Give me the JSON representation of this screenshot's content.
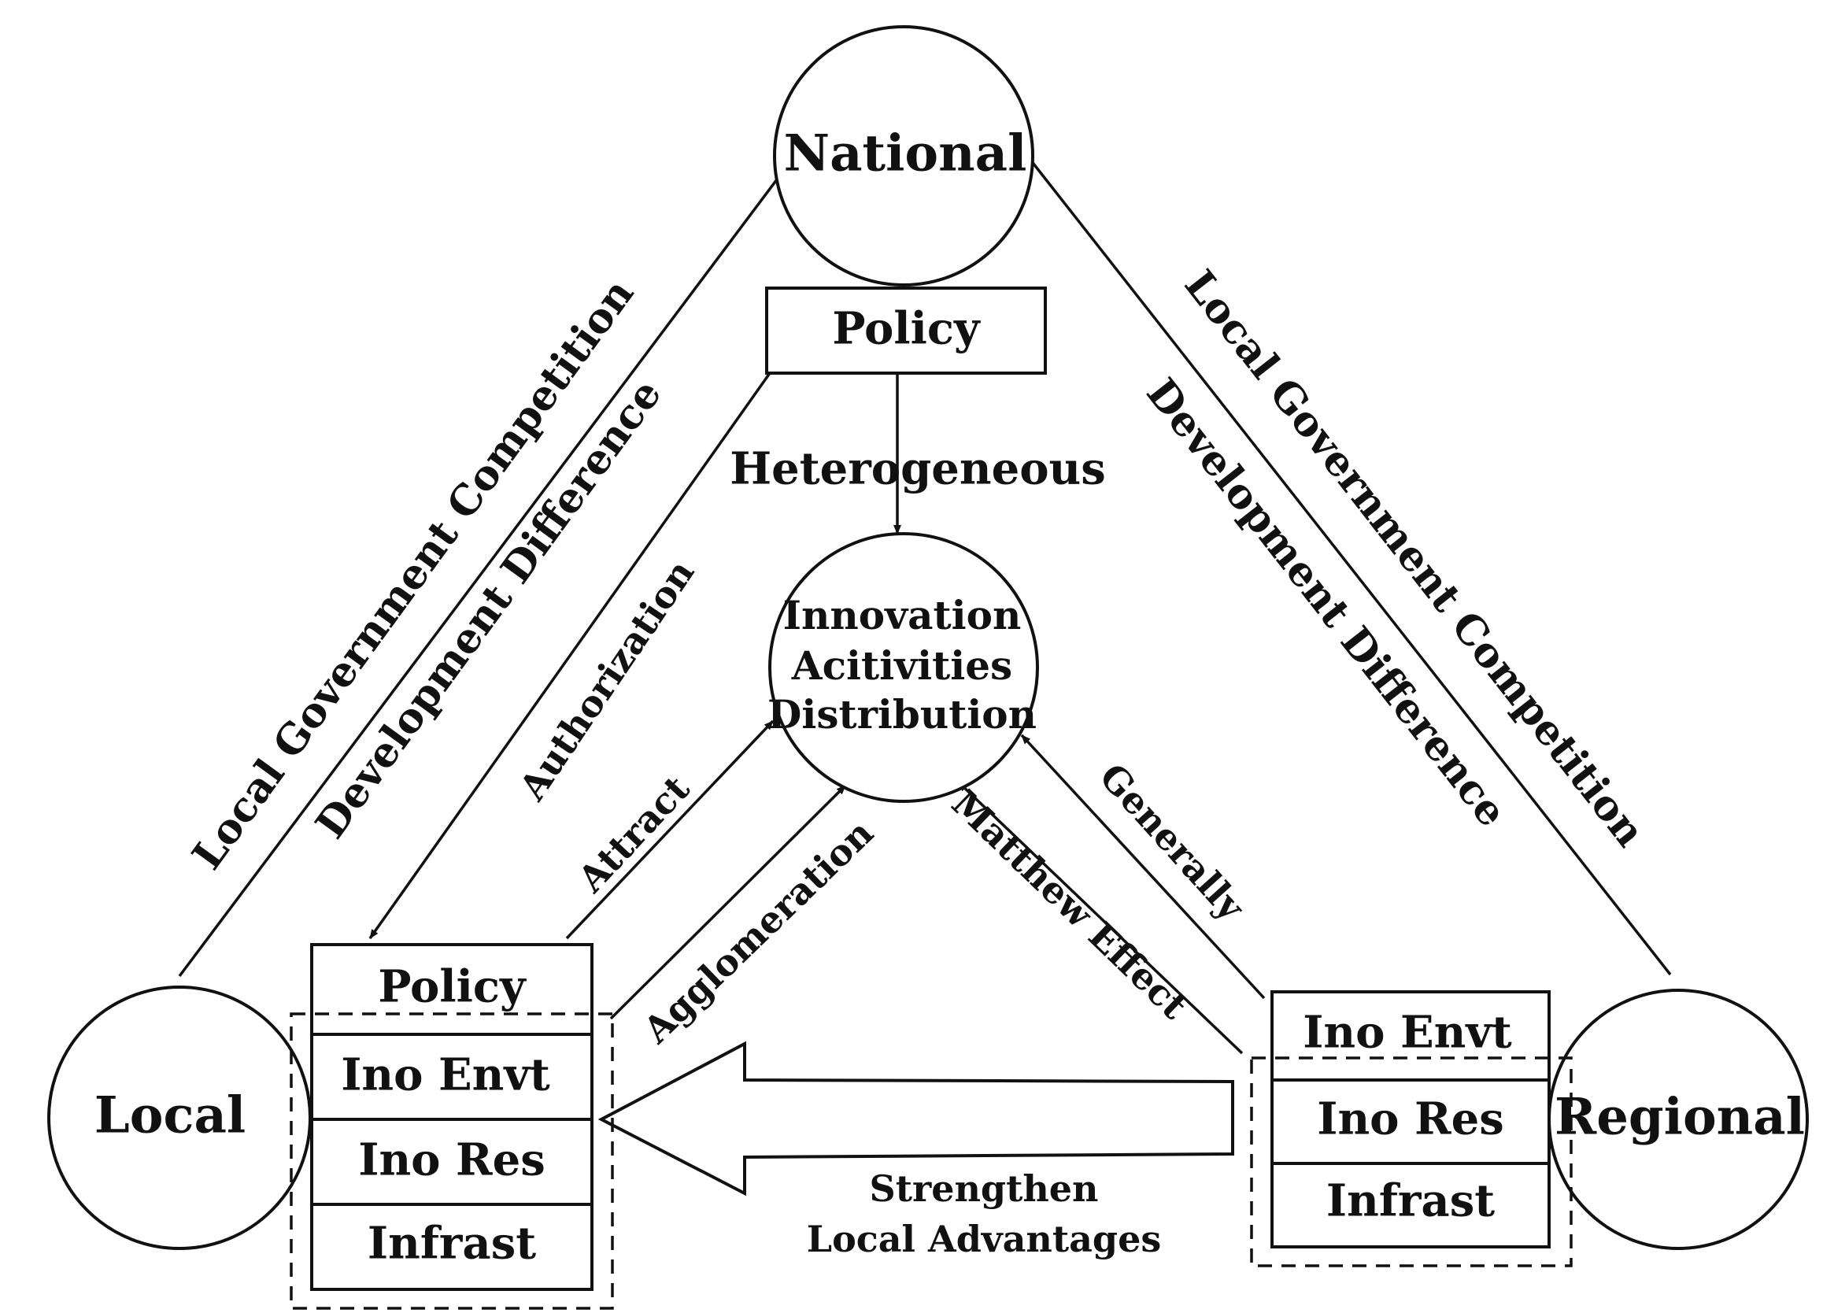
{
  "nodes": {
    "national": "National",
    "local": "Local",
    "regional": "Regional",
    "center": [
      "Innovation",
      "Acitivities",
      "Distribution"
    ]
  },
  "boxes": {
    "national_policy": "Policy",
    "local": [
      "Policy",
      "Ino Envt",
      "Ino Res",
      "Infrast"
    ],
    "regional": [
      "Ino Envt",
      "Ino Res",
      "Infrast"
    ]
  },
  "edges": {
    "left_competition": "Local Government Competition",
    "left_difference": "Development Difference",
    "right_competition": "Local Government Competition",
    "right_difference": "Development Difference",
    "authorization": "Authorization",
    "heterogeneous": "Heterogeneous",
    "attract": "Attract",
    "agglomeration": "Agglomeration",
    "matthew": "Matthew Effect",
    "generally": "Generally",
    "strengthen": [
      "Strengthen",
      "Local Advantages"
    ]
  },
  "colors": {
    "ink": "#111111",
    "background": "#ffffff"
  }
}
